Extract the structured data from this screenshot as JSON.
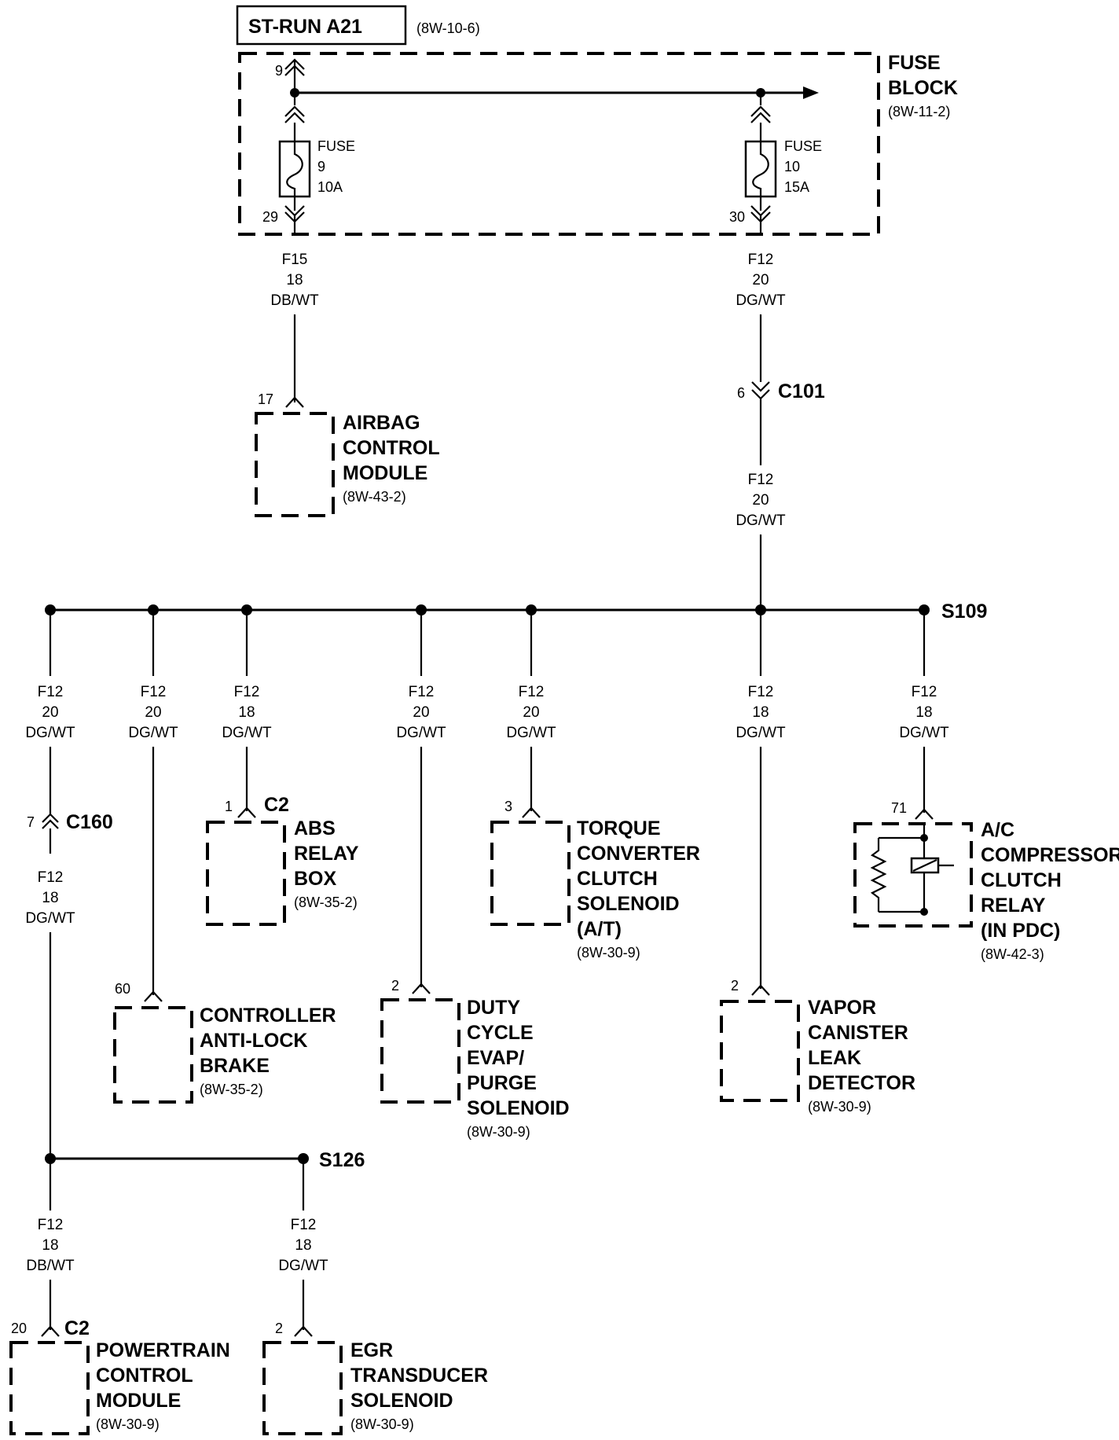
{
  "header": {
    "title": "ST-RUN A21",
    "ref": "(8W-10-6)"
  },
  "fuse_block": {
    "name_line1": "FUSE",
    "name_line2": "BLOCK",
    "ref": "(8W-11-2)",
    "input_pin": "9",
    "fuses": [
      {
        "label": "FUSE",
        "number": "9",
        "rating": "10A",
        "out_pin": "29"
      },
      {
        "label": "FUSE",
        "number": "10",
        "rating": "15A",
        "out_pin": "30"
      }
    ]
  },
  "wires": {
    "f15_airbag": {
      "circuit": "F15",
      "gauge": "18",
      "color": "DB/WT"
    },
    "f12_fuse10": {
      "circuit": "F12",
      "gauge": "20",
      "color": "DG/WT"
    },
    "f12_c101": {
      "circuit": "F12",
      "gauge": "20",
      "color": "DG/WT"
    },
    "b1": {
      "circuit": "F12",
      "gauge": "20",
      "color": "DG/WT"
    },
    "b2": {
      "circuit": "F12",
      "gauge": "20",
      "color": "DG/WT"
    },
    "b3": {
      "circuit": "F12",
      "gauge": "18",
      "color": "DG/WT"
    },
    "b4": {
      "circuit": "F12",
      "gauge": "20",
      "color": "DG/WT"
    },
    "b5": {
      "circuit": "F12",
      "gauge": "20",
      "color": "DG/WT"
    },
    "b6": {
      "circuit": "F12",
      "gauge": "18",
      "color": "DG/WT"
    },
    "b7": {
      "circuit": "F12",
      "gauge": "18",
      "color": "DG/WT"
    },
    "c160": {
      "circuit": "F12",
      "gauge": "18",
      "color": "DG/WT"
    },
    "pcm": {
      "circuit": "F12",
      "gauge": "18",
      "color": "DB/WT"
    },
    "egr": {
      "circuit": "F12",
      "gauge": "18",
      "color": "DG/WT"
    }
  },
  "connectors": {
    "c101": {
      "pin": "6",
      "name": "C101"
    },
    "c160": {
      "pin": "7",
      "name": "C160"
    }
  },
  "splices": {
    "s109": "S109",
    "s126": "S126"
  },
  "components": {
    "airbag": {
      "pin": "17",
      "l1": "AIRBAG",
      "l2": "CONTROL",
      "l3": "MODULE",
      "ref": "(8W-43-2)"
    },
    "abs_relay": {
      "pin": "1",
      "conn": "C2",
      "l1": "ABS",
      "l2": "RELAY",
      "l3": "BOX",
      "ref": "(8W-35-2)"
    },
    "torque": {
      "pin": "3",
      "l1": "TORQUE",
      "l2": "CONVERTER",
      "l3": "CLUTCH",
      "l4": "SOLENOID",
      "l5": "(A/T)",
      "ref": "(8W-30-9)"
    },
    "ac_relay": {
      "pin": "71",
      "l1": "A/C",
      "l2": "COMPRESSOR",
      "l3": "CLUTCH",
      "l4": "RELAY",
      "l5": "(IN PDC)",
      "ref": "(8W-42-3)"
    },
    "controller": {
      "pin": "60",
      "l1": "CONTROLLER",
      "l2": "ANTI-LOCK",
      "l3": "BRAKE",
      "ref": "(8W-35-2)"
    },
    "duty": {
      "pin": "2",
      "l1": "DUTY",
      "l2": "CYCLE",
      "l3": "EVAP/",
      "l4": "PURGE",
      "l5": "SOLENOID",
      "ref": "(8W-30-9)"
    },
    "vapor": {
      "pin": "2",
      "l1": "VAPOR",
      "l2": "CANISTER",
      "l3": "LEAK",
      "l4": "DETECTOR",
      "ref": "(8W-30-9)"
    },
    "pcm": {
      "pin": "20",
      "conn": "C2",
      "l1": "POWERTRAIN",
      "l2": "CONTROL",
      "l3": "MODULE",
      "ref": "(8W-30-9)"
    },
    "egr": {
      "pin": "2",
      "l1": "EGR",
      "l2": "TRANSDUCER",
      "l3": "SOLENOID",
      "ref": "(8W-30-9)"
    }
  }
}
